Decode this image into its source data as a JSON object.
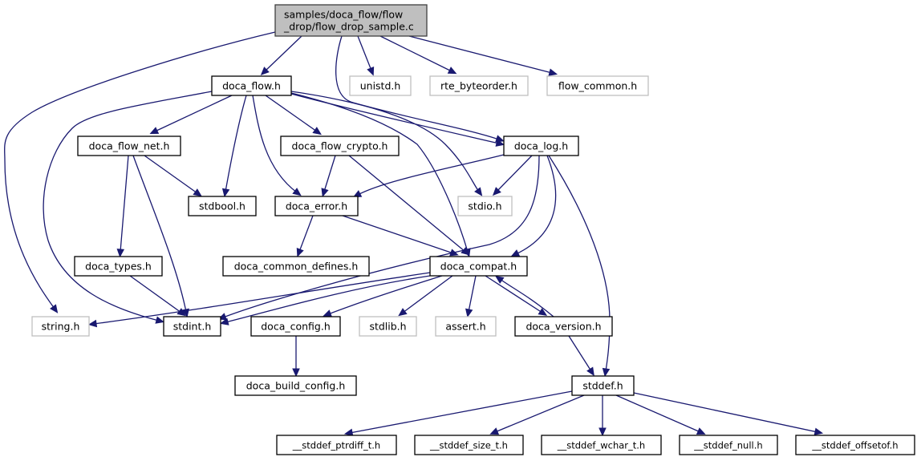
{
  "diagram": {
    "type": "include-dependency-graph",
    "colors": {
      "edge": "#191970",
      "root_fill": "#bfbfbf",
      "documented_border": "#000000",
      "external_border": "#bfbfbf"
    },
    "nodes": [
      {
        "id": "root",
        "label_lines": [
          "samples/doca_flow/flow",
          "_drop/flow_drop_sample.c"
        ],
        "kind": "root"
      },
      {
        "id": "doca_flow",
        "label": "doca_flow.h",
        "kind": "doc"
      },
      {
        "id": "unistd",
        "label": "unistd.h",
        "kind": "ext"
      },
      {
        "id": "rte_byteorder",
        "label": "rte_byteorder.h",
        "kind": "ext"
      },
      {
        "id": "flow_common",
        "label": "flow_common.h",
        "kind": "ext"
      },
      {
        "id": "doca_flow_net",
        "label": "doca_flow_net.h",
        "kind": "doc"
      },
      {
        "id": "doca_flow_crypto",
        "label": "doca_flow_crypto.h",
        "kind": "doc"
      },
      {
        "id": "doca_log",
        "label": "doca_log.h",
        "kind": "doc"
      },
      {
        "id": "stdbool",
        "label": "stdbool.h",
        "kind": "doc"
      },
      {
        "id": "doca_error",
        "label": "doca_error.h",
        "kind": "doc"
      },
      {
        "id": "stdio",
        "label": "stdio.h",
        "kind": "ext"
      },
      {
        "id": "doca_types",
        "label": "doca_types.h",
        "kind": "doc"
      },
      {
        "id": "doca_common_defines",
        "label": "doca_common_defines.h",
        "kind": "doc"
      },
      {
        "id": "doca_compat",
        "label": "doca_compat.h",
        "kind": "doc"
      },
      {
        "id": "string",
        "label": "string.h",
        "kind": "ext"
      },
      {
        "id": "stdint",
        "label": "stdint.h",
        "kind": "doc"
      },
      {
        "id": "doca_config",
        "label": "doca_config.h",
        "kind": "doc"
      },
      {
        "id": "stdlib",
        "label": "stdlib.h",
        "kind": "ext"
      },
      {
        "id": "assert",
        "label": "assert.h",
        "kind": "ext"
      },
      {
        "id": "doca_version",
        "label": "doca_version.h",
        "kind": "doc"
      },
      {
        "id": "doca_build_config",
        "label": "doca_build_config.h",
        "kind": "doc"
      },
      {
        "id": "stddef",
        "label": "stddef.h",
        "kind": "doc"
      },
      {
        "id": "stddef_ptrdiff_t",
        "label": "__stddef_ptrdiff_t.h",
        "kind": "doc"
      },
      {
        "id": "stddef_size_t",
        "label": "__stddef_size_t.h",
        "kind": "doc"
      },
      {
        "id": "stddef_wchar_t",
        "label": "__stddef_wchar_t.h",
        "kind": "doc"
      },
      {
        "id": "stddef_null",
        "label": "__stddef_null.h",
        "kind": "doc"
      },
      {
        "id": "stddef_offsetof",
        "label": "__stddef_offsetof.h",
        "kind": "doc"
      }
    ],
    "edges": [
      {
        "from": "root",
        "to": "string"
      },
      {
        "from": "root",
        "to": "doca_flow"
      },
      {
        "from": "root",
        "to": "doca_log"
      },
      {
        "from": "root",
        "to": "unistd"
      },
      {
        "from": "root",
        "to": "rte_byteorder"
      },
      {
        "from": "root",
        "to": "flow_common"
      },
      {
        "from": "doca_flow",
        "to": "stdint"
      },
      {
        "from": "doca_flow",
        "to": "doca_flow_net"
      },
      {
        "from": "doca_flow",
        "to": "stdbool"
      },
      {
        "from": "doca_flow",
        "to": "doca_error"
      },
      {
        "from": "doca_flow",
        "to": "doca_flow_crypto"
      },
      {
        "from": "doca_flow",
        "to": "doca_compat"
      },
      {
        "from": "doca_flow",
        "to": "stdio"
      },
      {
        "from": "doca_flow",
        "to": "doca_log"
      },
      {
        "from": "doca_flow_net",
        "to": "stdbool"
      },
      {
        "from": "doca_flow_net",
        "to": "doca_types"
      },
      {
        "from": "doca_flow_net",
        "to": "stdint"
      },
      {
        "from": "doca_flow_crypto",
        "to": "doca_error"
      },
      {
        "from": "doca_flow_crypto",
        "to": "doca_compat"
      },
      {
        "from": "doca_log",
        "to": "doca_error"
      },
      {
        "from": "doca_log",
        "to": "stdio"
      },
      {
        "from": "doca_log",
        "to": "stdint"
      },
      {
        "from": "doca_log",
        "to": "doca_compat"
      },
      {
        "from": "doca_log",
        "to": "stddef"
      },
      {
        "from": "doca_error",
        "to": "doca_common_defines"
      },
      {
        "from": "doca_error",
        "to": "doca_compat"
      },
      {
        "from": "doca_types",
        "to": "stdint"
      },
      {
        "from": "doca_compat",
        "to": "string"
      },
      {
        "from": "doca_compat",
        "to": "stdint"
      },
      {
        "from": "doca_compat",
        "to": "doca_config"
      },
      {
        "from": "doca_compat",
        "to": "stdlib"
      },
      {
        "from": "doca_compat",
        "to": "assert"
      },
      {
        "from": "doca_compat",
        "to": "doca_version"
      },
      {
        "from": "doca_version",
        "to": "doca_compat"
      },
      {
        "from": "doca_version",
        "to": "stddef"
      },
      {
        "from": "doca_config",
        "to": "doca_build_config"
      },
      {
        "from": "stddef",
        "to": "stddef_ptrdiff_t"
      },
      {
        "from": "stddef",
        "to": "stddef_size_t"
      },
      {
        "from": "stddef",
        "to": "stddef_wchar_t"
      },
      {
        "from": "stddef",
        "to": "stddef_null"
      },
      {
        "from": "stddef",
        "to": "stddef_offsetof"
      }
    ]
  }
}
